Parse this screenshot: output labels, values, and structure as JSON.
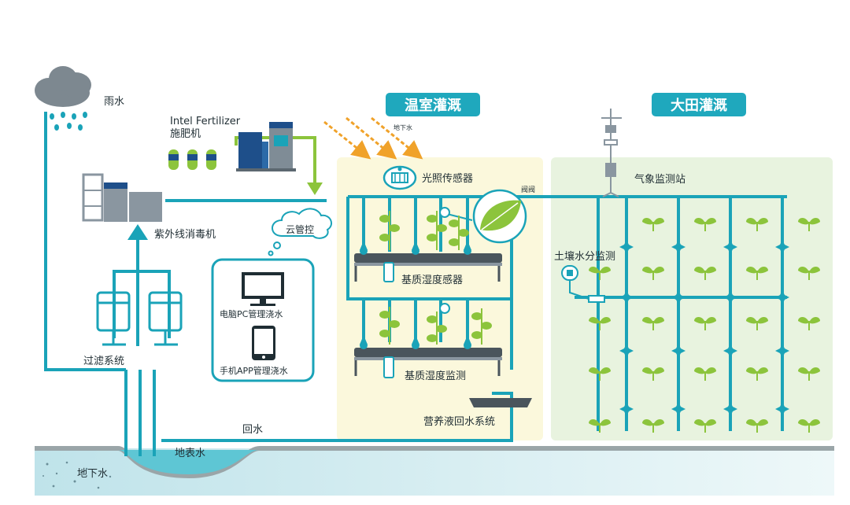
{
  "titles": {
    "greenhouse": "温室灌溉",
    "field": "大田灌溉"
  },
  "labels": {
    "rain": "雨水",
    "fertilizer_en": "Intel Fertilizer",
    "fertilizer_cn": "施肥机",
    "uv": "紫外线消毒机",
    "cloud": "云管控",
    "pc": "电脑PC管理浇水",
    "app": "手机APP管理浇水",
    "filter": "过滤系统",
    "return_water": "回水",
    "surface_water": "地表水",
    "ground_water": "地下水",
    "light_sensor": "光照传感器",
    "small_tag": "地下水",
    "valve": "阀阀",
    "substrate_sensor": "基质湿度感器",
    "substrate_monitor": "基质湿度监测",
    "nutrient_return": "营养液回水系统",
    "weather": "气象监测站",
    "soil": "土壤水分监测"
  },
  "colors": {
    "pipe": "#1aa3b8",
    "title_bg": "#1fa8bd",
    "greenhouse_bg": "#fbf8dc",
    "field_bg": "#e8f3df",
    "plant": "#8cc43c",
    "arrow": "#f0a22a",
    "ground": "#d7eef1"
  }
}
